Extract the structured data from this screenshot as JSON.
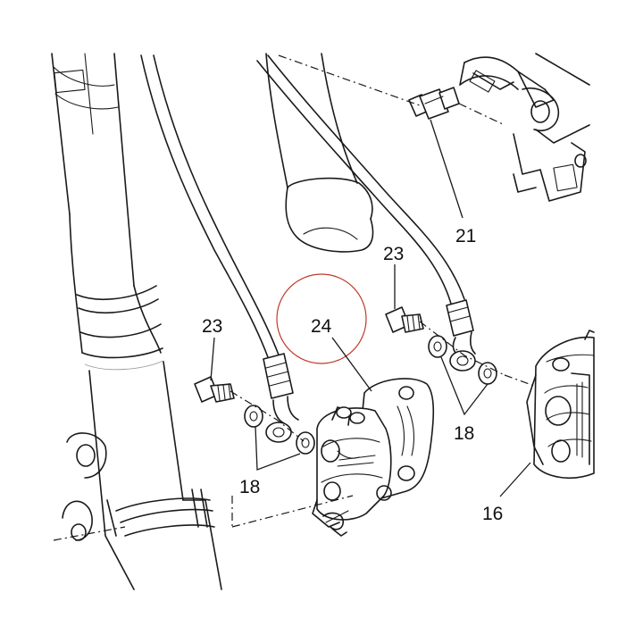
{
  "diagram": {
    "callouts": {
      "c21": "21",
      "c23a": "23",
      "c23b": "23",
      "c24": "24",
      "c18a": "18",
      "c18b": "18",
      "c16": "16"
    },
    "colors": {
      "line": "#1a1a1a",
      "highlight_circle": "#c0392b",
      "background": "#ffffff"
    }
  }
}
